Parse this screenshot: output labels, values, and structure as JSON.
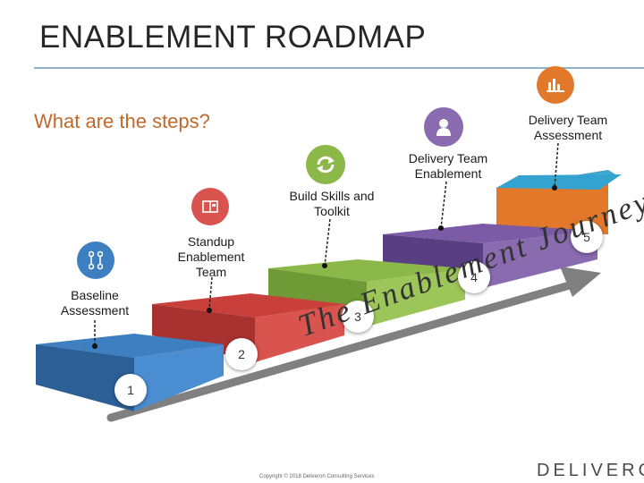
{
  "title": "ENABLEMENT ROADMAP",
  "subtitle": "What are the steps?",
  "journey_text": "The Enablement Journey...",
  "steps": [
    {
      "number": "1",
      "label": "Baseline Assessment",
      "color": "#3e7fc1",
      "icon": "pipeline-icon"
    },
    {
      "number": "2",
      "label": "Standup Enablement Team",
      "color": "#d9534f",
      "icon": "board-icon"
    },
    {
      "number": "3",
      "label": "Build Skills and Toolkit",
      "color": "#8cb84a",
      "icon": "refresh-icon"
    },
    {
      "number": "4",
      "label": "Delivery Team Enablement",
      "color": "#8a6bb0",
      "icon": "person-icon"
    },
    {
      "number": "5",
      "label": "Delivery Team Assessment",
      "color": "#e2782a",
      "icon": "bar-chart-icon"
    }
  ],
  "footer": {
    "copyright": "Copyright © 2018 Deliveron Consulting Services",
    "logo": "DELIVERON"
  },
  "colors": {
    "step1": "#3e7fc1",
    "step2": "#d9534f",
    "step3": "#8cb84a",
    "step4": "#8a6bb0",
    "step5": "#e2782a",
    "title_rule": "#8fb4c8",
    "subtitle": "#c0692c",
    "arrow": "#808080"
  }
}
